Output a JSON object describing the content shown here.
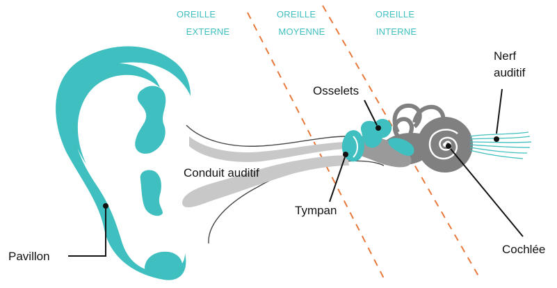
{
  "sections": {
    "external": [
      "OREILLE",
      "EXTERNE"
    ],
    "middle": [
      "OREILLE",
      "MOYENNE"
    ],
    "inner": [
      "OREILLE",
      "INTERNE"
    ]
  },
  "labels": {
    "nerf": [
      "Nerf",
      "auditif"
    ],
    "osselets": "Osselets",
    "conduit": "Conduit auditif",
    "tympan": "Tympan",
    "pavillon": "Pavillon",
    "cochlee": "Cochlée"
  },
  "colors": {
    "teal": "#3fbfbf",
    "divider": "#e8783a",
    "canal_grey": "#c8c8c8",
    "cochlea_grey": "#808080",
    "ink": "#111111"
  }
}
